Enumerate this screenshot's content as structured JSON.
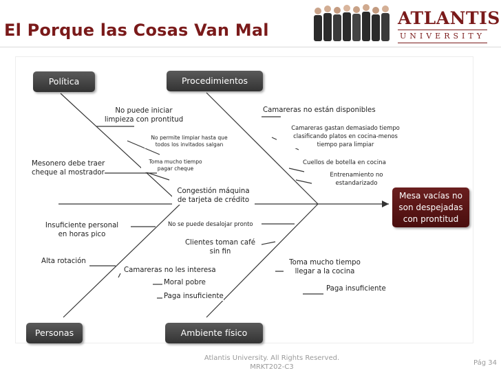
{
  "header": {
    "title": "El Porque las Cosas Van Mal"
  },
  "logo": {
    "line1": "ATLANTIS",
    "line2": "UNIVERSITY"
  },
  "categories": {
    "politica": "Política",
    "procedimientos": "Procedimientos",
    "personas": "Personas",
    "ambiente": "Ambiente físico"
  },
  "effect": {
    "line1": "Mesa vacías no",
    "line2": "son despejadas",
    "line3": "con prontitud"
  },
  "causes": {
    "c1": [
      "No puede iniciar",
      "limpieza con prontitud"
    ],
    "c2": [
      "No permite limpiar hasta que",
      "todos los invitados salgan"
    ],
    "c3": [
      "Toma mucho tiempo",
      "pagar cheque"
    ],
    "c4": [
      "Mesonero debe traer",
      "cheque al mostrador"
    ],
    "c5": [
      "Camareras no están disponibles"
    ],
    "c6": [
      "Camareras gastan demasiado tiempo",
      "clasificando platos en cocina-menos",
      "tiempo para limpiar"
    ],
    "c7": [
      "Cuellos de botella en cocina"
    ],
    "c8": [
      "Entrenamiento no",
      "estandarizado"
    ],
    "c9": [
      "Congestión máquina",
      "de tarjeta de crédito"
    ],
    "c10": [
      "Insuficiente personal",
      "en horas pico"
    ],
    "c11": [
      "Alta rotación"
    ],
    "c12": [
      "Camareras no les interesa"
    ],
    "c13": [
      "Moral pobre"
    ],
    "c14": [
      "Paga insuficiente"
    ],
    "c15": [
      "No se puede desalojar pronto"
    ],
    "c16": [
      "Clientes toman café",
      "sin fin"
    ],
    "c17": [
      "Toma mucho tiempo",
      "llegar a la cocina"
    ],
    "c18": [
      "Paga insuficiente"
    ]
  },
  "footer": {
    "line1": "Atlantis University. All Rights Reserved.",
    "line2": "MRKT202-C3",
    "page": "Pág 34"
  }
}
